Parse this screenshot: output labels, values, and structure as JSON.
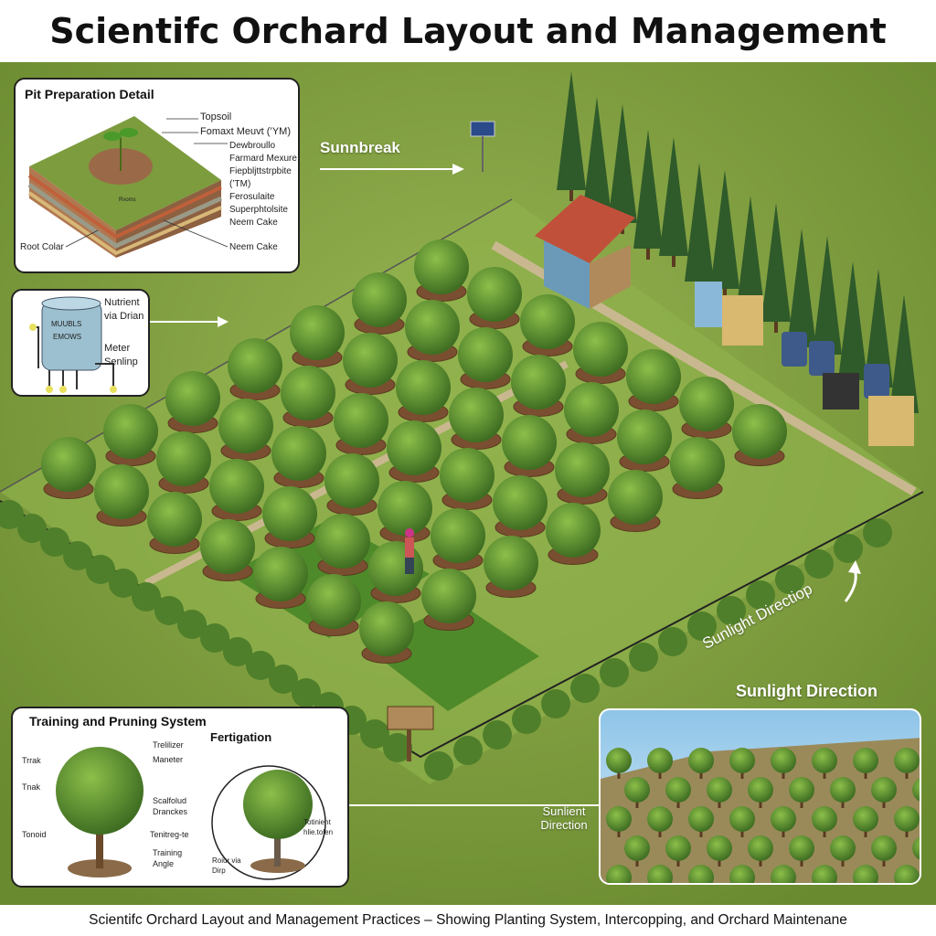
{
  "title": "Scientifc Orchard Layout and Management",
  "footer": "Scientifc Orchard Layout and Management Practices – Showing Planting System, Intercopping, and Orchard Maintenane",
  "pit_inset": {
    "heading": "Pit Preparation Detail",
    "labels": [
      "Topsoil",
      "Fomaxt Meuvt (’YM)",
      "Dewbroullo",
      "Farmard Mexure",
      "Fiepbljttstrpbite",
      "(’TM)",
      "Ferosulaite",
      "Superphtolsite",
      "Neem Cake",
      "Neem Cake",
      "Root Colar"
    ],
    "small_label": "Rvoms"
  },
  "nutrient_inset": {
    "tank_text": [
      "MUUBLS",
      "EMOWS"
    ],
    "label1": "Nutrient via Drian",
    "label2": "Meter Senlinp"
  },
  "training_inset": {
    "heading": "Training and Pruning System",
    "left_labels": [
      "Trrak",
      "Tnak",
      "Tonoid"
    ],
    "right_labels": [
      "Trelilizer",
      "Maneter",
      "Scalfolud Dranckes",
      "Tenitreg-te",
      "Training Angle"
    ],
    "fertigation_heading": "Fertigation",
    "fert_labels": [
      "Totinient hlie.tolen",
      "Roiur via Dirp"
    ]
  },
  "scene_labels": {
    "sunbreak": "Sunnbreak",
    "sunlight_rotated": "Sunlight Directiop",
    "sunlight": "Sunlight Direction",
    "sunlient": "Sunlient Direction"
  },
  "colors": {
    "grass": "#7f9d3f",
    "tree": "#5b8a2c",
    "soil": "#8a5a3a",
    "path": "#c8b890"
  }
}
